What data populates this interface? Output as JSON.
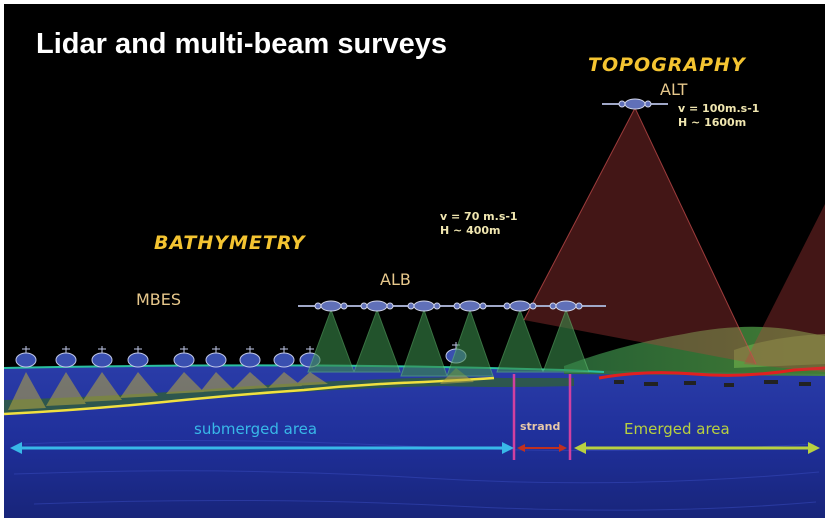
{
  "title": "Lidar and multi-beam surveys",
  "labels": {
    "topography": "TOPOGRAPHY",
    "alt": "ALT",
    "alt_params": "v = 100m.s-1\nH ~ 1600m",
    "bathymetry": "BATHYMETRY",
    "alb_params": "v = 70 m.s-1\nH ~ 400m",
    "alb": "ALB",
    "mbes": "MBES"
  },
  "zones": {
    "submerged": "submerged area",
    "strand": "strand",
    "emerged": "Emerged area"
  },
  "colors": {
    "background": "#000000",
    "title": "#ffffff",
    "heading": "#f4c431",
    "submerged_arrow": "#38b8e8",
    "strand_arrow": "#c03020",
    "emerged_arrow": "#b8d040",
    "divider": "#d040a0",
    "alb_beam": "#3a8a4a",
    "alt_beam": "#c04040",
    "mbes_beam": "#b8a840",
    "seafloor_line": "#f0e040",
    "water": "#1f2f9a"
  },
  "icons": {
    "aircraft": "aircraft-icon",
    "boat": "survey-boat-icon"
  }
}
